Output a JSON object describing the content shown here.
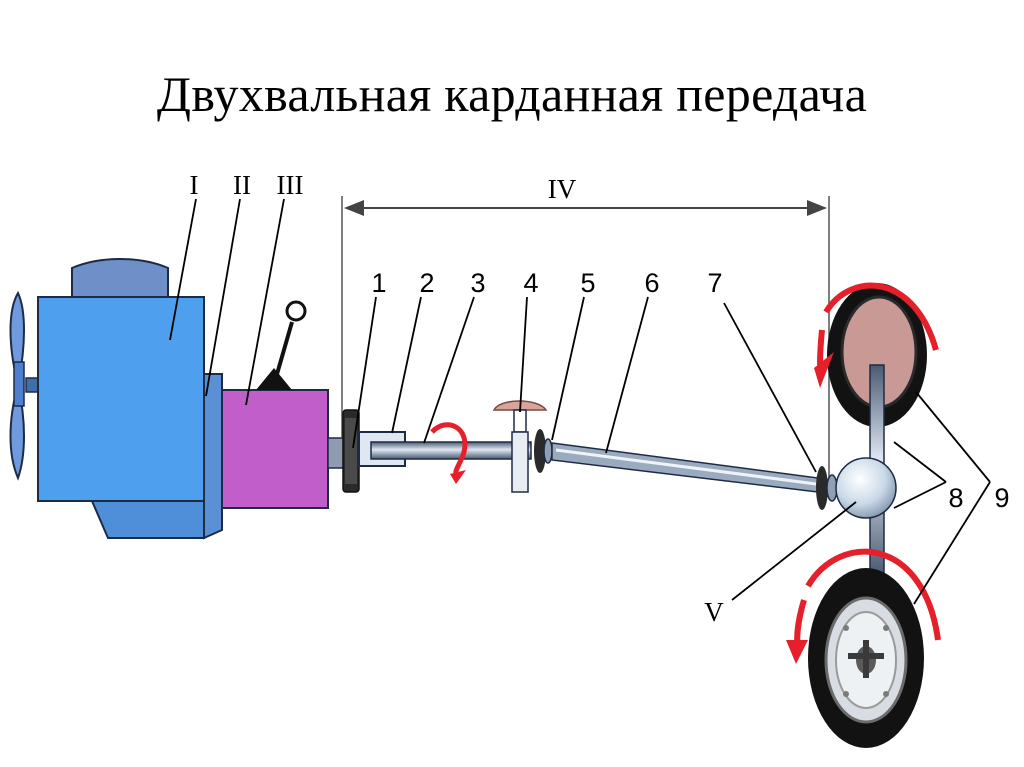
{
  "title": "Двухвальная карданная передача",
  "roman_labels": {
    "I": "I",
    "II": "II",
    "III": "III",
    "IV": "IV",
    "V": "V"
  },
  "number_labels": {
    "n1": "1",
    "n2": "2",
    "n3": "3",
    "n4": "4",
    "n5": "5",
    "n6": "6",
    "n7": "7",
    "n8": "8",
    "n9": "9"
  },
  "colors": {
    "engine": "#4f9fef",
    "clutch": "#5b8fd6",
    "gearbox": "#c15ec9",
    "engine_cap": "#6f8fc9",
    "shaft": "#7b8ea8",
    "rotation_arrow": "#e5202a",
    "axle_ball": "#d6e4ef",
    "tire": "#121212",
    "wheel_disc": "#c99a95"
  }
}
